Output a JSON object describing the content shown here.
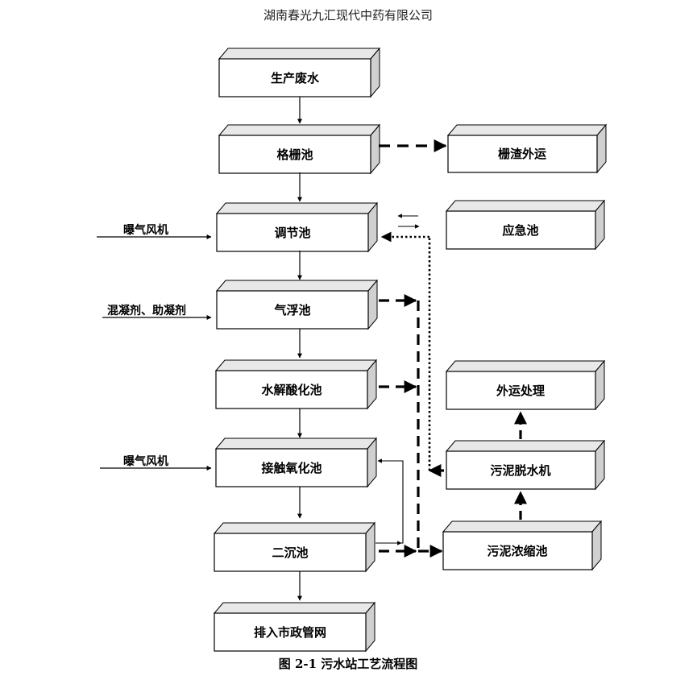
{
  "header": {
    "company": "湖南春光九汇现代中药有限公司"
  },
  "caption": "图 2-1 污水站工艺流程图",
  "main_flow": [
    "生产废水",
    "格栅池",
    "调节池",
    "气浮池",
    "水解酸化池",
    "接触氧化池",
    "二沉池",
    "排入市政管网"
  ],
  "side_boxes": {
    "screen_residue": "栅渣外运",
    "emergency_pool": "应急池",
    "outside_disposal": "外运处理",
    "sludge_dewatering": "污泥脱水机",
    "sludge_thickening": "污泥浓缩池"
  },
  "inputs": {
    "aeration_fan_1": "曝气风机",
    "coagulants": "混凝剂、助凝剂",
    "aeration_fan_2": "曝气风机"
  },
  "colors": {
    "box_front": "#ffffff",
    "box_top": "#e8e8e8",
    "box_side": "#d0d0d0",
    "line": "#000000"
  }
}
